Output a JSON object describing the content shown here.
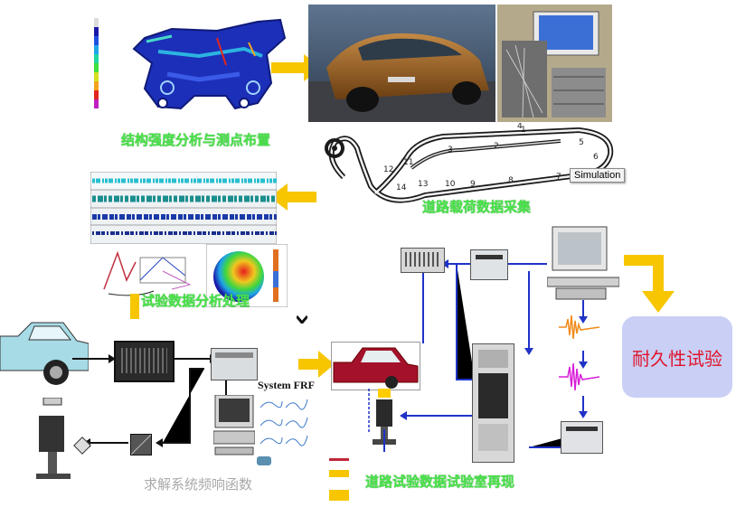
{
  "labels": {
    "structure": "结构强度分析与测点布置",
    "road_load": "道路载荷数据采集",
    "test_data": "试验数据分析处理",
    "solve_frf": "求解系统频响函数",
    "lab_reproduce": "道路试验数据试验室再现",
    "durability": "耐久性试验",
    "simulation": "Simulation",
    "system_frf": "System FRF"
  },
  "track_numbers": [
    "1",
    "2",
    "3",
    "4",
    "5",
    "6",
    "7",
    "8",
    "9",
    "10",
    "11",
    "12",
    "13",
    "14"
  ],
  "colors": {
    "arrow_yellow": "#f7c600",
    "line_blue": "#1f33c8",
    "label_green": "#49e34a",
    "durability_bg": "#c9cff5",
    "durability_text": "#e0142b",
    "car_red": "#a3122a",
    "car_teal": "#a7dbe6"
  }
}
